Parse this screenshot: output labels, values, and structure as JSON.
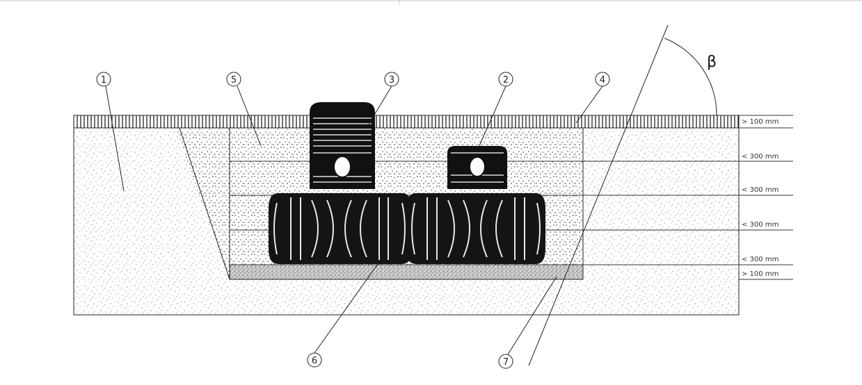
{
  "callouts": {
    "c1": "1",
    "c2": "2",
    "c3": "3",
    "c4": "4",
    "c5": "5",
    "c6": "6",
    "c7": "7"
  },
  "angle_symbol": "β",
  "dimensions": {
    "top": "> 100 mm",
    "layer1": "< 300 mm",
    "layer2": "< 300 mm",
    "layer3": "< 300 mm",
    "layer4": "< 300 mm",
    "bottom": "> 100 mm"
  },
  "colors": {
    "line": "#222222",
    "bedding": "#d9d9d9",
    "tank": "#111111"
  }
}
